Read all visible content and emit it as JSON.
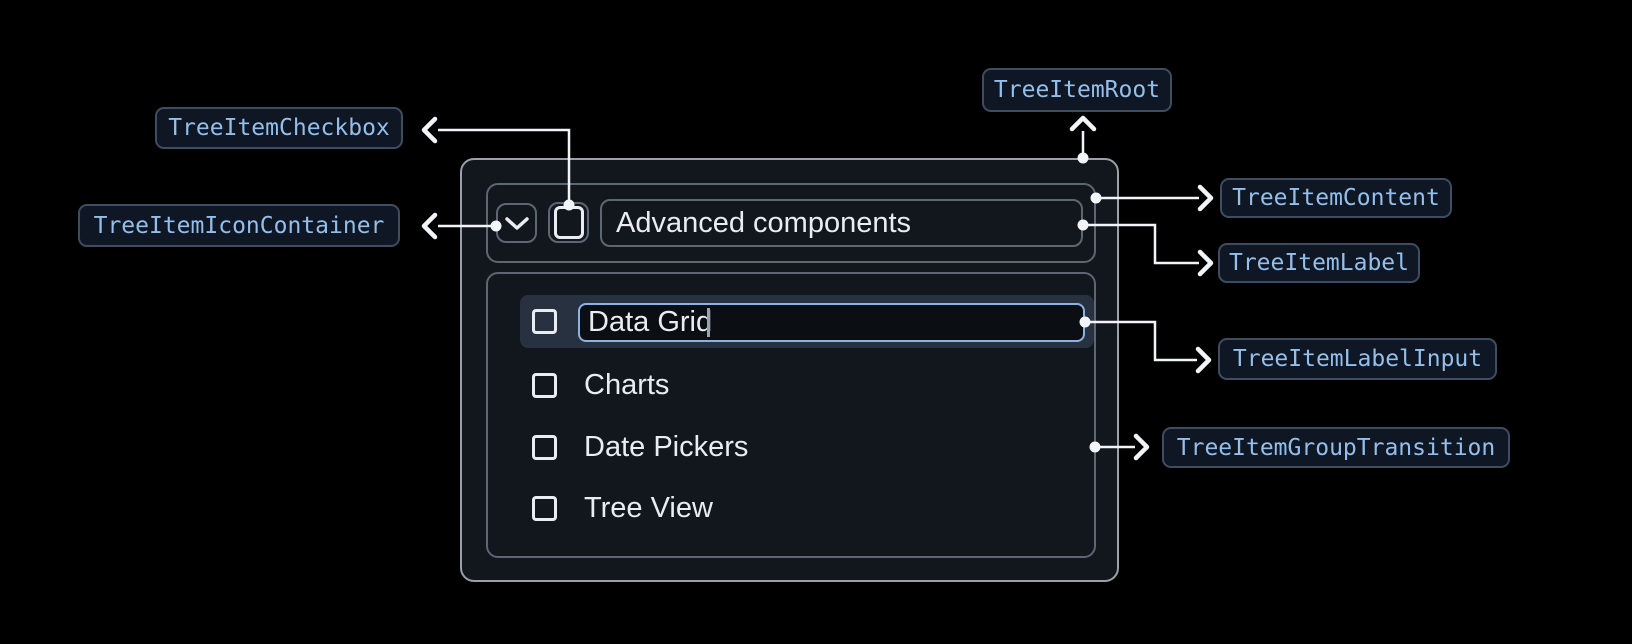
{
  "tree": {
    "header_label": "Advanced components",
    "edit_input": {
      "value": "Data Grid"
    },
    "items": [
      {
        "label": "Data Grid",
        "checked": false,
        "editing": true,
        "selected": true
      },
      {
        "label": "Charts",
        "checked": false,
        "editing": false,
        "selected": false
      },
      {
        "label": "Date Pickers",
        "checked": false,
        "editing": false,
        "selected": false
      },
      {
        "label": "Tree View",
        "checked": false,
        "editing": false,
        "selected": false
      }
    ]
  },
  "callouts": {
    "root": "TreeItemRoot",
    "checkbox": "TreeItemCheckbox",
    "icon_container": "TreeItemIconContainer",
    "content": "TreeItemContent",
    "label": "TreeItemLabel",
    "label_input": "TreeItemLabelInput",
    "group_transition": "TreeItemGroupTransition"
  },
  "icons": {
    "expand": "chevron-down-icon",
    "checkbox": "checkbox-unchecked-icon"
  },
  "colors": {
    "page_bg": "#000000",
    "tree_bg": "#12161d",
    "root_border": "#99a0aa",
    "inner_border": "#5d6673",
    "row_highlight": "#28313f",
    "input_border": "#8ab3e4",
    "text": "#e9edf2",
    "badge_text": "#94bfec",
    "badge_bg": "#0e1723",
    "badge_border": "#3e4d61",
    "connector": "#f2f5f8"
  }
}
